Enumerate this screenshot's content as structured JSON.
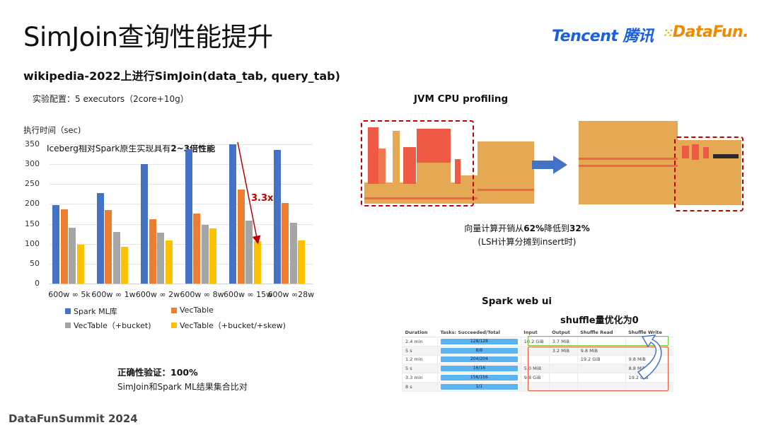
{
  "header": {
    "title": "SimJoin查询性能提升",
    "subtitle": "wikipedia-2022上进行SimJoin(data_tab, query_tab)",
    "config": "实验配置：5 executors（2core+10g）",
    "logos": {
      "tencent": "Tencent 腾讯",
      "datafun": "DataFun."
    }
  },
  "chart_data": {
    "type": "bar",
    "title": "Iceberg相对Spark原生实现具有2~3倍性能",
    "title_plain": "Iceberg相对Spark原生实现具有",
    "title_bold": "2~3倍性能",
    "ylabel": "执行时间（sec)",
    "xlabel": "",
    "ylim": [
      0,
      350
    ],
    "yticks": [
      0,
      50,
      100,
      150,
      200,
      250,
      300,
      350
    ],
    "grid": true,
    "legend_position": "bottom",
    "categories": [
      "600w ∞ 5k",
      "600w ∞ 1w",
      "600w ∞ 2w",
      "600w ∞ 8w",
      "600w ∞ 15w",
      "600w ∞28w"
    ],
    "series": [
      {
        "name": "Spark ML库",
        "color": "#4472c4",
        "values": [
          198,
          227,
          301,
          338,
          350,
          335
        ]
      },
      {
        "name": "VecTable",
        "color": "#ed7d31",
        "values": [
          187,
          185,
          162,
          176,
          237,
          202
        ]
      },
      {
        "name": "VecTable（+bucket)",
        "color": "#a5a5a5",
        "values": [
          141,
          130,
          128,
          148,
          159,
          152
        ]
      },
      {
        "name": "VecTable（+bucket/+skew)",
        "color": "#ffc000",
        "values": [
          98,
          92,
          108,
          139,
          107,
          108
        ]
      }
    ],
    "annotations": [
      {
        "text": "3.3x",
        "category": "600w ∞ 15w",
        "color": "#c00000"
      }
    ]
  },
  "profiling": {
    "title": "JVM CPU profiling",
    "note_line1_a": "向量计算开销从",
    "note_line1_b": "62%",
    "note_line1_c": "降低到",
    "note_line1_d": "32%",
    "note_line2": "(LSH计算分摊到insert时)"
  },
  "spark_ui": {
    "title": "Spark web ui",
    "subtitle": "shuffle量优化为0",
    "columns": [
      "Duration",
      "Tasks: Succeeded/Total",
      "Input",
      "Output",
      "Shuffle Read",
      "Shuffle Write"
    ],
    "rows": [
      [
        "2.4 min",
        "128/128",
        "10.2 GiB",
        "3.7 MiB",
        "",
        ""
      ],
      [
        "5 s",
        "8/8",
        "",
        "3.2 MiB",
        "9.8 MiB",
        ""
      ],
      [
        "1.2 min",
        "204/204",
        "",
        "",
        "19.2 GiB",
        "9.8 MiB"
      ],
      [
        "5 s",
        "16/16",
        "5.0 MiB",
        "",
        "",
        "8.8 MiB"
      ],
      [
        "3.3 min",
        "156/156",
        "9.8 GiB",
        "",
        "",
        "19.2 GiB"
      ],
      [
        "8 s",
        "1/1",
        "",
        "",
        "",
        ""
      ]
    ]
  },
  "correctness": {
    "title": "正确性验证：100%",
    "subtitle": "SimJoin和Spark ML结果集合比对"
  },
  "footer": {
    "text": "DataFunSummit 2024"
  }
}
